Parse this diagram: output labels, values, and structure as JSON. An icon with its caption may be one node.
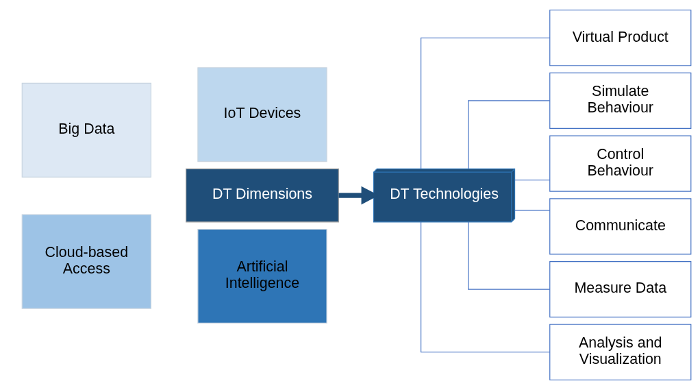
{
  "diagram": {
    "nodes": [
      {
        "text": [
          "Big Data"
        ]
      },
      {
        "text": [
          "IoT Devices"
        ]
      },
      {
        "text": [
          "DT Dimensions"
        ]
      },
      {
        "text": [
          "Cloud-based Access"
        ]
      },
      {
        "text": [
          "Artificial Intelligence"
        ]
      },
      {
        "text": [
          "DT Technologies"
        ]
      },
      {
        "text": [
          "Virtual Product"
        ]
      },
      {
        "text": [
          "Simulate Behaviour"
        ]
      },
      {
        "text": [
          "Control Behaviour"
        ]
      },
      {
        "text": [
          "Communicate"
        ]
      },
      {
        "text": [
          "Measure Data"
        ]
      },
      {
        "text": [
          "Analysis and Visualization"
        ]
      }
    ],
    "edges": [
      {
        "from": 2,
        "to": 5,
        "arrow": "to",
        "style": "thick",
        "color": "#1f4e79"
      },
      {
        "from": 5,
        "to": 6,
        "arrow": "none"
      },
      {
        "from": 5,
        "to": 7,
        "arrow": "none"
      },
      {
        "from": 5,
        "to": 8,
        "arrow": "none"
      },
      {
        "from": 5,
        "to": 9,
        "arrow": "none"
      },
      {
        "from": 5,
        "to": 10,
        "arrow": "none"
      },
      {
        "from": 5,
        "to": 11,
        "arrow": "none"
      }
    ]
  }
}
